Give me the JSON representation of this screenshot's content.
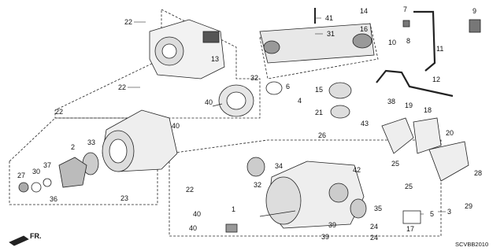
{
  "diagram": {
    "code": "SCVBB2010",
    "direction_label": "FR.",
    "callouts": [
      {
        "id": "c22a",
        "text": "22"
      },
      {
        "id": "c22b",
        "text": "22"
      },
      {
        "id": "c22c",
        "text": "22"
      },
      {
        "id": "c22d",
        "text": "22"
      },
      {
        "id": "c13",
        "text": "13"
      },
      {
        "id": "c32a",
        "text": "32"
      },
      {
        "id": "c6",
        "text": "6"
      },
      {
        "id": "c4",
        "text": "4"
      },
      {
        "id": "c40a",
        "text": "40"
      },
      {
        "id": "c40b",
        "text": "40"
      },
      {
        "id": "c40c",
        "text": "40"
      },
      {
        "id": "c40d",
        "text": "40"
      },
      {
        "id": "c41",
        "text": "41"
      },
      {
        "id": "c31",
        "text": "31"
      },
      {
        "id": "c14",
        "text": "14"
      },
      {
        "id": "c16",
        "text": "16"
      },
      {
        "id": "c7",
        "text": "7"
      },
      {
        "id": "c8",
        "text": "8"
      },
      {
        "id": "c10",
        "text": "10"
      },
      {
        "id": "c9",
        "text": "9"
      },
      {
        "id": "c11",
        "text": "11"
      },
      {
        "id": "c12",
        "text": "12"
      },
      {
        "id": "c15",
        "text": "15"
      },
      {
        "id": "c21",
        "text": "21"
      },
      {
        "id": "c43",
        "text": "43"
      },
      {
        "id": "c38",
        "text": "38"
      },
      {
        "id": "c19",
        "text": "19"
      },
      {
        "id": "c18",
        "text": "18"
      },
      {
        "id": "c20",
        "text": "20"
      },
      {
        "id": "c26",
        "text": "26"
      },
      {
        "id": "c25a",
        "text": "25"
      },
      {
        "id": "c25b",
        "text": "25"
      },
      {
        "id": "c28",
        "text": "28"
      },
      {
        "id": "c29",
        "text": "29"
      },
      {
        "id": "c42",
        "text": "42"
      },
      {
        "id": "c34",
        "text": "34"
      },
      {
        "id": "c32b",
        "text": "32"
      },
      {
        "id": "c2",
        "text": "2"
      },
      {
        "id": "c33",
        "text": "33"
      },
      {
        "id": "c27",
        "text": "27"
      },
      {
        "id": "c30",
        "text": "30"
      },
      {
        "id": "c37",
        "text": "37"
      },
      {
        "id": "c36",
        "text": "36"
      },
      {
        "id": "c23",
        "text": "23"
      },
      {
        "id": "c1",
        "text": "1"
      },
      {
        "id": "c35",
        "text": "35"
      },
      {
        "id": "c39a",
        "text": "39"
      },
      {
        "id": "c39b",
        "text": "39"
      },
      {
        "id": "c24a",
        "text": "24"
      },
      {
        "id": "c24b",
        "text": "24"
      },
      {
        "id": "c5",
        "text": "5"
      },
      {
        "id": "c3",
        "text": "3"
      },
      {
        "id": "c17",
        "text": "17"
      }
    ]
  }
}
